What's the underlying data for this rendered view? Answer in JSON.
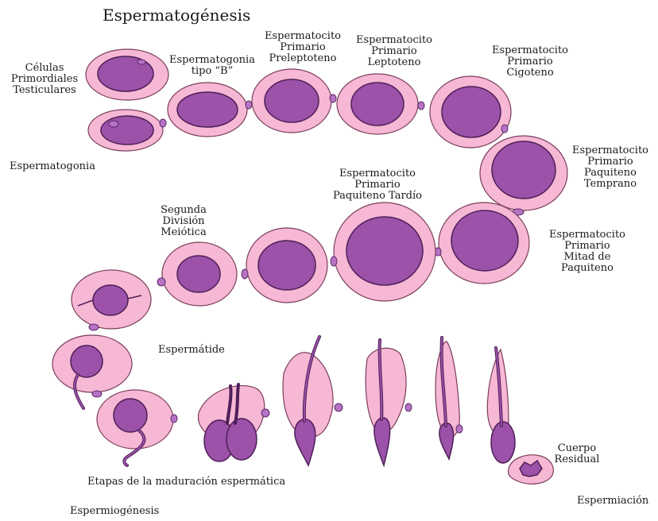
{
  "title": "Espermatogénesis",
  "labels": {
    "celulas_primordiales": [
      "Células",
      "Primordiales",
      "Testiculares"
    ],
    "espermatogonia": "Espermatogonia",
    "espermatogonia_b": [
      "Espermatogonia",
      "tipo  “B”"
    ],
    "preleptoteno": [
      "Espermatocito",
      "Primario",
      "Preleptoteno"
    ],
    "leptoteno": [
      "Espermatocito",
      "Primario",
      "Leptoteno"
    ],
    "cigoteno": [
      "Espermatocito",
      "Primario",
      "Cigoteno"
    ],
    "paquiteno_temprano": [
      "Espermatocito",
      "Primario",
      "Paquiteno",
      "Temprano"
    ],
    "mitad_paquiteno": [
      "Espermatocito",
      "Primario",
      "Mitad de",
      "Paquiteno"
    ],
    "paquiteno_tardio": [
      "Espermatocito",
      "Primario",
      "Paquiteno Tardío"
    ],
    "segunda_division": [
      "Segunda",
      "División",
      "Meiótica"
    ],
    "espermatide": "Espermátide",
    "cuerpo_residual": [
      "Cuerpo",
      "Residual"
    ],
    "etapas": "Etapas de la maduración espermática",
    "espermiogenesis": "Espermiogénesis",
    "espermiacion": "Espermiación"
  },
  "colors": {
    "cytoplasm": "#f6b8d4",
    "nucleus": "#9b52a8",
    "outline": "#4e1f58"
  }
}
